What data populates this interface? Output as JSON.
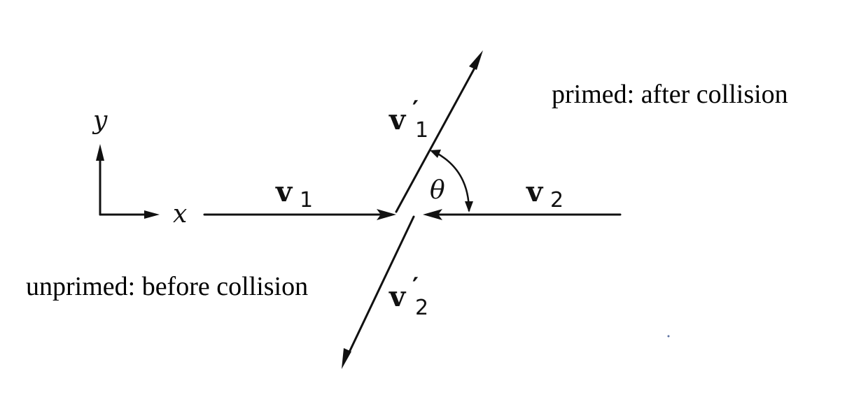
{
  "captions": {
    "after": "primed: after collision",
    "before": "unprimed: before collision"
  },
  "axes": {
    "x": "x",
    "y": "y"
  },
  "angle": "θ",
  "vectors": {
    "v1": {
      "symbol": "v",
      "sub": "1",
      "prime": ""
    },
    "v2": {
      "symbol": "v",
      "sub": "2",
      "prime": ""
    },
    "v1p": {
      "symbol": "v",
      "sub": "1",
      "prime": "′"
    },
    "v2p": {
      "symbol": "v",
      "sub": "2",
      "prime": "′"
    }
  }
}
